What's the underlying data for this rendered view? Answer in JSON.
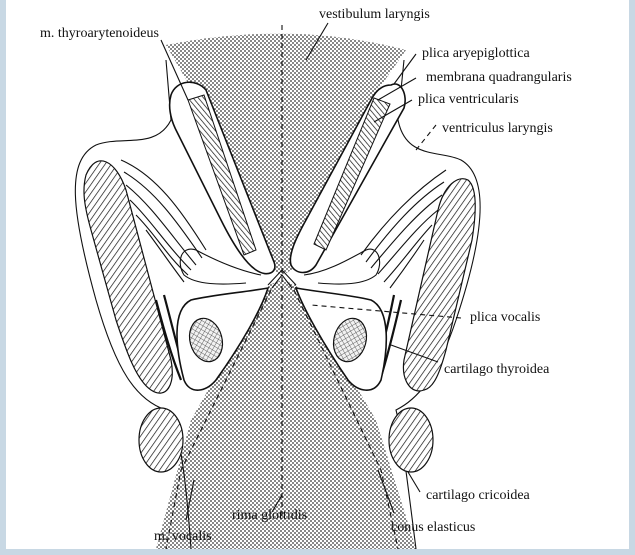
{
  "labels": {
    "vestibulum": "vestibulum laryngis",
    "thyroarytenoideus": "m. thyroarytenoideus",
    "aryepiglottica": "plica aryepiglottica",
    "quadrangularis": "membrana quadrangularis",
    "ventricularis": "plica ventricularis",
    "ventriculus": "ventriculus laryngis",
    "vocalis_plica": "plica vocalis",
    "thyroidea": "cartilago thyroidea",
    "cricoidea": "cartilago cricoidea",
    "conus": "conus elasticus",
    "rima": "rima glottidis",
    "vocalis_m": "m. vocalis"
  },
  "colors": {
    "background": "#c8d8e4",
    "paper": "#ffffff",
    "ink": "#111111"
  }
}
